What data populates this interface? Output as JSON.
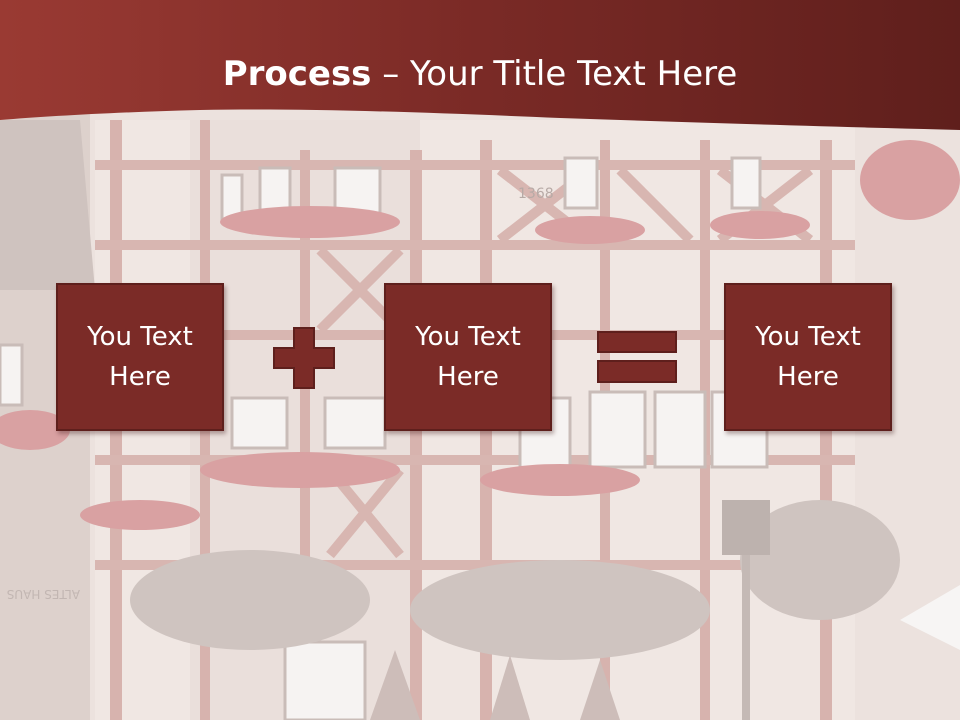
{
  "slide": {
    "title_bold": "Process",
    "title_rest": " – Your Title Text Here"
  },
  "boxes": [
    {
      "label": "You Text Here"
    },
    {
      "label": "You Text Here"
    },
    {
      "label": "You Text Here"
    }
  ],
  "operators": [
    "plus-icon",
    "equals-icon"
  ],
  "background": {
    "photo_text_1": "1368",
    "photo_text_2": "ALTES HAUS"
  },
  "colors": {
    "accent": "#7b2b27",
    "header": "#7a2a26",
    "text": "#ffffff"
  }
}
